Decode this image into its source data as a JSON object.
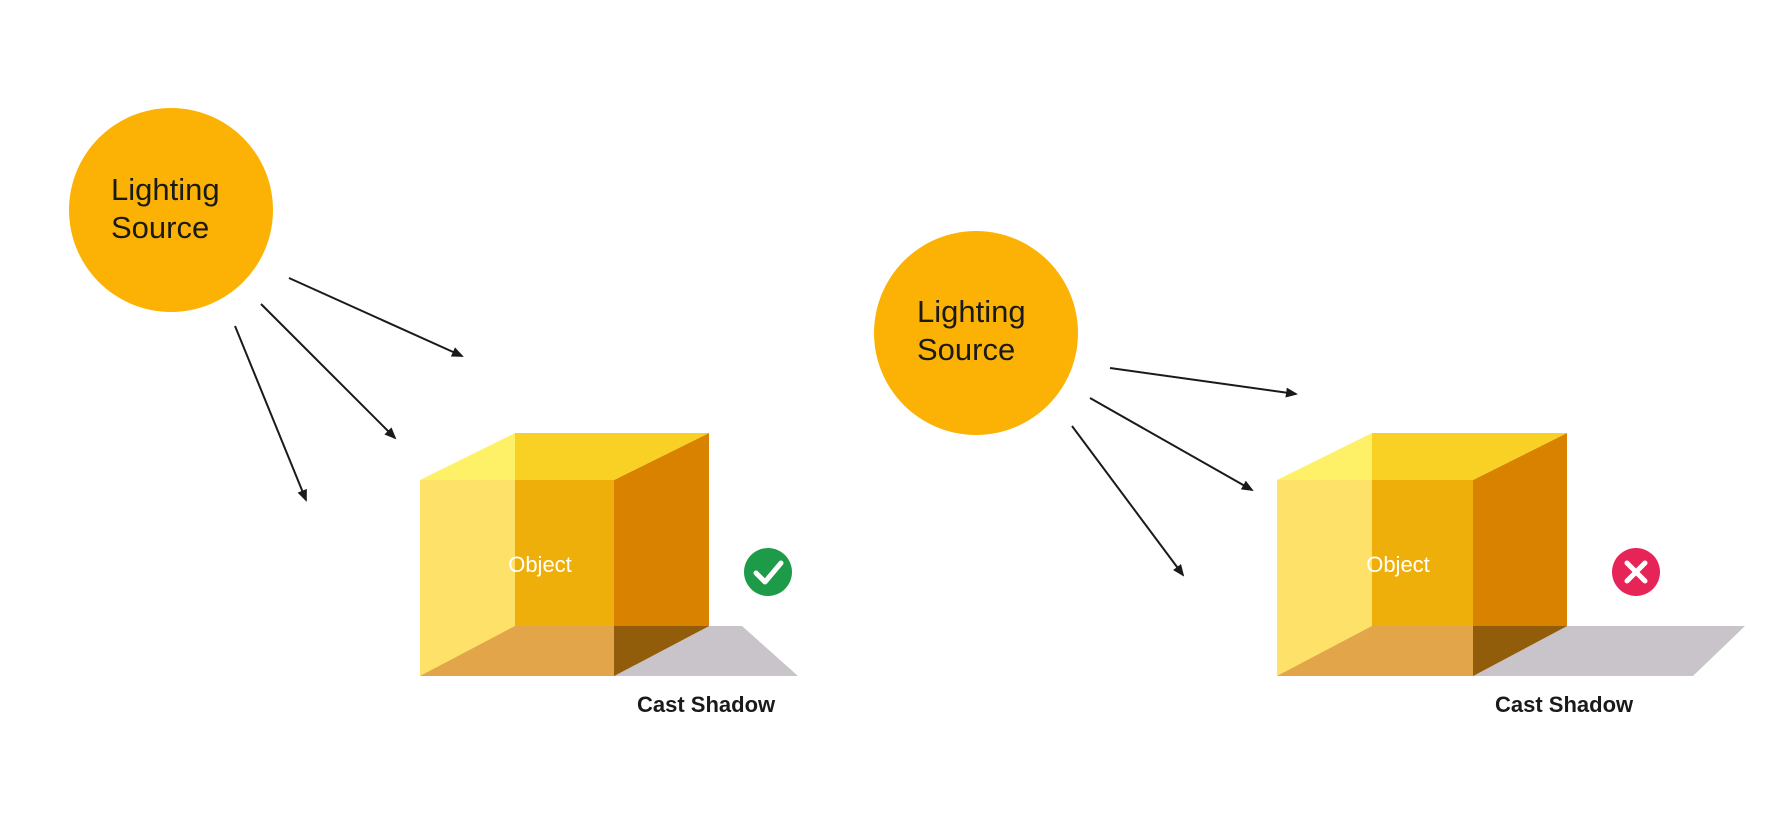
{
  "panels": [
    {
      "id": "correct",
      "light_source": {
        "line1": "Lighting",
        "line2": "Source"
      },
      "object_label": "Object",
      "shadow_label": "Cast Shadow",
      "verdict": "correct",
      "verdict_icon": "checkmark-icon"
    },
    {
      "id": "incorrect",
      "light_source": {
        "line1": "Lighting",
        "line2": "Source"
      },
      "object_label": "Object",
      "shadow_label": "Cast Shadow",
      "verdict": "incorrect",
      "verdict_icon": "cross-icon"
    }
  ],
  "colors": {
    "sun": "#FBB204",
    "cube_front_left": "#FDE169",
    "cube_front_right": "#EFAF0A",
    "cube_top_left": "#FEF067",
    "cube_top_right": "#F9D124",
    "cube_side": "#D98200",
    "cube_bottom": "#E3A54A",
    "cube_bottom_dark": "#925D0A",
    "shadow": "#C8C4CA",
    "check": "#1E9B48",
    "cross": "#E62457",
    "arrow": "#1a1a1a"
  }
}
